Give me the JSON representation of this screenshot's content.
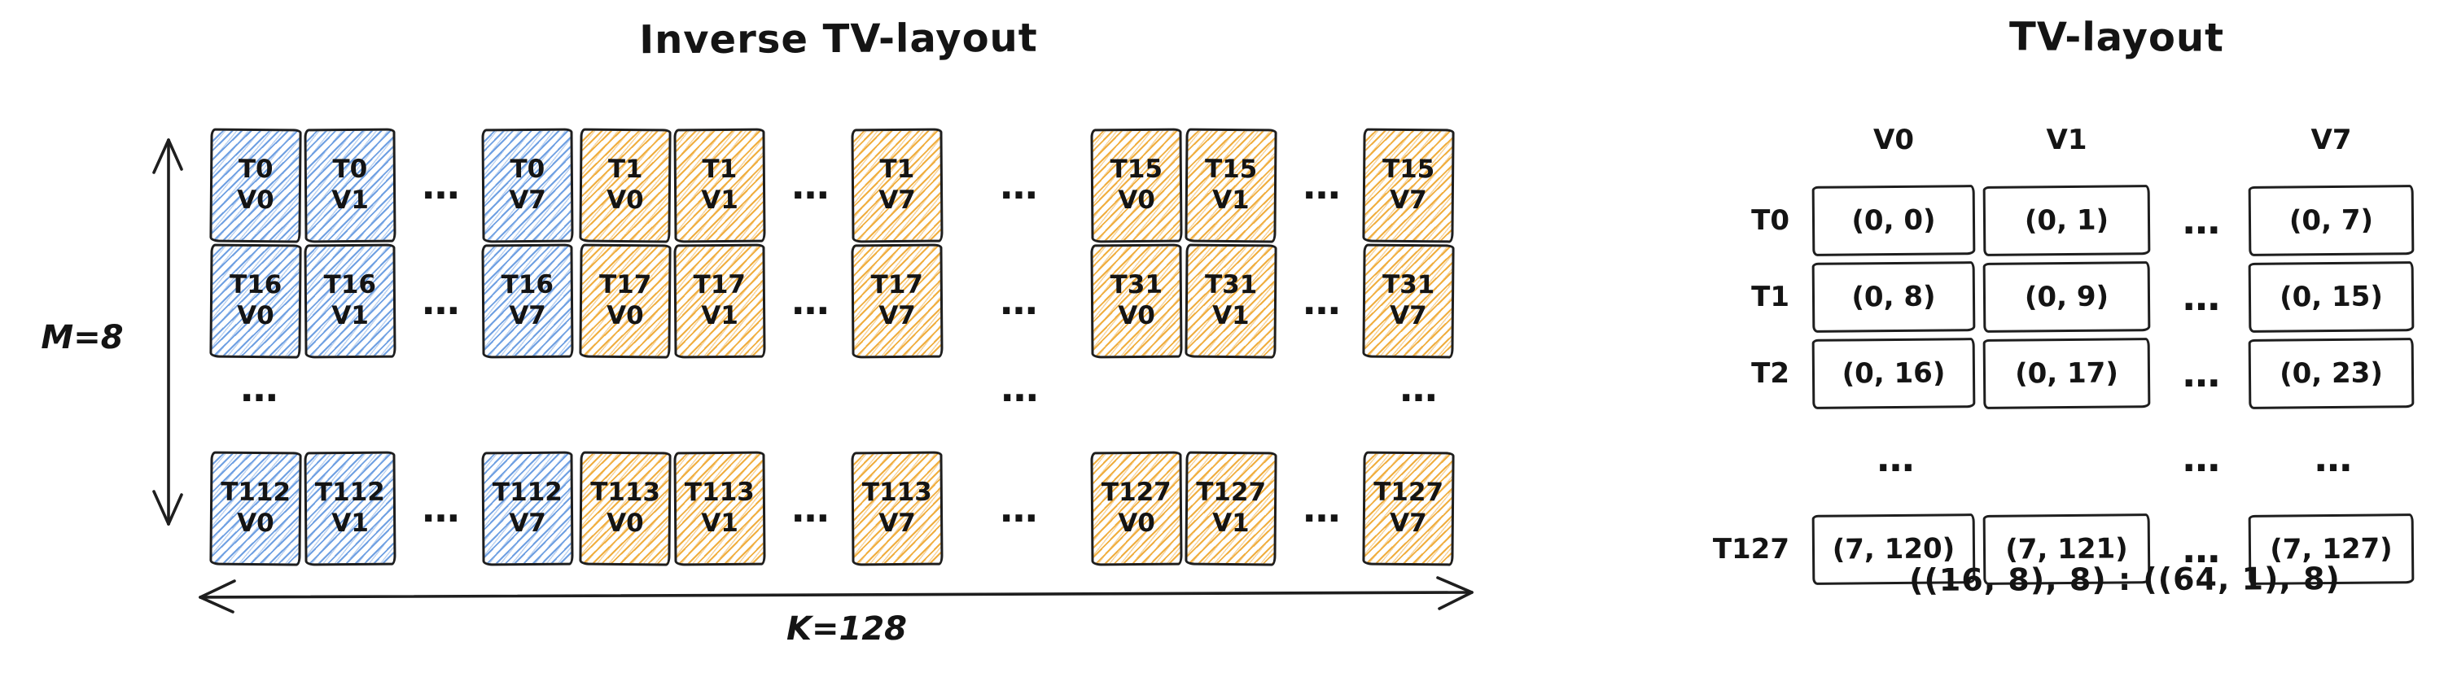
{
  "colors": {
    "blue": "#6fa0e2",
    "orange": "#f0ae3f",
    "stroke": "#1e1e1e",
    "text": "#141414",
    "background": "#ffffff"
  },
  "ellipsis": "…",
  "left": {
    "title": "Inverse TV-layout",
    "m_label": "M=8",
    "k_label": "K=128",
    "rows": [
      {
        "cells": [
          {
            "t": "T0",
            "v": "V0",
            "c": "blue"
          },
          {
            "t": "T0",
            "v": "V1",
            "c": "blue"
          },
          {
            "t": "T0",
            "v": "V7",
            "c": "blue"
          },
          {
            "t": "T1",
            "v": "V0",
            "c": "orange"
          },
          {
            "t": "T1",
            "v": "V1",
            "c": "orange"
          },
          {
            "t": "T1",
            "v": "V7",
            "c": "orange"
          },
          {
            "t": "T15",
            "v": "V0",
            "c": "orange"
          },
          {
            "t": "T15",
            "v": "V1",
            "c": "orange"
          },
          {
            "t": "T15",
            "v": "V7",
            "c": "orange"
          }
        ]
      },
      {
        "cells": [
          {
            "t": "T16",
            "v": "V0",
            "c": "blue"
          },
          {
            "t": "T16",
            "v": "V1",
            "c": "blue"
          },
          {
            "t": "T16",
            "v": "V7",
            "c": "blue"
          },
          {
            "t": "T17",
            "v": "V0",
            "c": "orange"
          },
          {
            "t": "T17",
            "v": "V1",
            "c": "orange"
          },
          {
            "t": "T17",
            "v": "V7",
            "c": "orange"
          },
          {
            "t": "T31",
            "v": "V0",
            "c": "orange"
          },
          {
            "t": "T31",
            "v": "V1",
            "c": "orange"
          },
          {
            "t": "T31",
            "v": "V7",
            "c": "orange"
          }
        ]
      },
      {
        "cells": [
          {
            "t": "T112",
            "v": "V0",
            "c": "blue"
          },
          {
            "t": "T112",
            "v": "V1",
            "c": "blue"
          },
          {
            "t": "T112",
            "v": "V7",
            "c": "blue"
          },
          {
            "t": "T113",
            "v": "V0",
            "c": "orange"
          },
          {
            "t": "T113",
            "v": "V1",
            "c": "orange"
          },
          {
            "t": "T113",
            "v": "V7",
            "c": "orange"
          },
          {
            "t": "T127",
            "v": "V0",
            "c": "orange"
          },
          {
            "t": "T127",
            "v": "V1",
            "c": "orange"
          },
          {
            "t": "T127",
            "v": "V7",
            "c": "orange"
          }
        ]
      }
    ]
  },
  "right": {
    "title": "TV-layout",
    "col_headers": [
      "V0",
      "V1",
      "V7"
    ],
    "rows": [
      {
        "label": "T0",
        "c": "blue",
        "cells": [
          "(0, 0)",
          "(0, 1)",
          "(0, 7)"
        ]
      },
      {
        "label": "T1",
        "c": "orange",
        "cells": [
          "(0, 8)",
          "(0, 9)",
          "(0, 15)"
        ]
      },
      {
        "label": "T2",
        "c": "blue",
        "cells": [
          "(0, 16)",
          "(0, 17)",
          "(0, 23)"
        ]
      },
      {
        "label": "T127",
        "c": "orange",
        "cells": [
          "(7, 120)",
          "(7, 121)",
          "(7, 127)"
        ]
      }
    ],
    "formula": "((16, 8), 8) : ((64, 1), 8)"
  }
}
